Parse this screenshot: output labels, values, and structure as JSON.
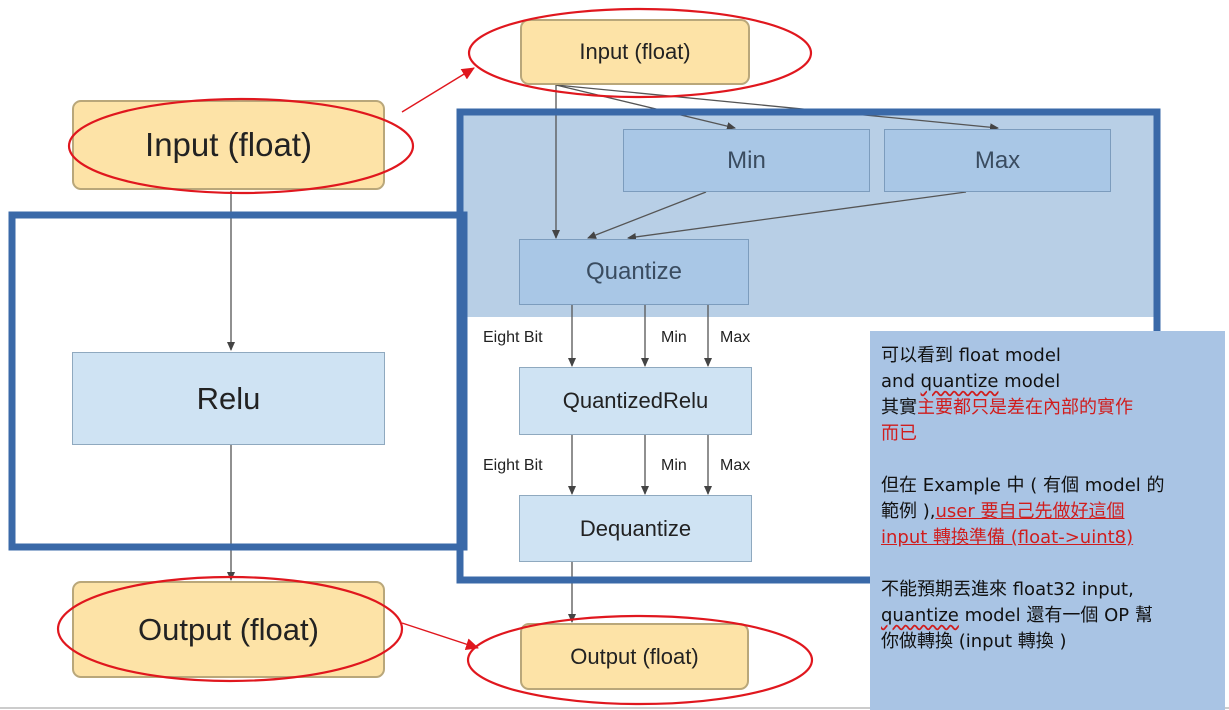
{
  "diagram": {
    "left_input": "Input (float)",
    "left_relu": "Relu",
    "left_output": "Output (float)",
    "right_input": "Input (float)",
    "min": "Min",
    "max": "Max",
    "quantize": "Quantize",
    "quantized_relu": "QuantizedRelu",
    "dequantize": "Dequantize",
    "right_output": "Output (float)",
    "edge_labels": {
      "eight_bit_1": "Eight Bit",
      "min_1": "Min",
      "max_1": "Max",
      "eight_bit_2": "Eight Bit",
      "min_2": "Min",
      "max_2": "Max"
    }
  },
  "note": {
    "line1": "可以看到 float model",
    "line2_a": "and ",
    "line2_b": "quantize",
    "line2_c": " model",
    "line3_a": "其實",
    "line3_b": "主要都只是差在內部的實作",
    "line4": "而已",
    "line5": "但在 Example 中 ( 有個 model 的",
    "line6_a": "範例 ),",
    "line6_b": "user 要自己先做好這個",
    "line7": "input  轉換準備  (float->uint8)",
    "line8": "不能預期丟進來 float32 input,",
    "line9_a": "quantize",
    "line9_b": " model 還有一個 OP 幫",
    "line10": "你做轉換  (input 轉換 )"
  },
  "colors": {
    "orange_fill": "#fde3a7",
    "light_blue_fill": "#cfe3f3",
    "mid_blue_fill": "#a9c7e6",
    "quant_region": "#b8cfe6",
    "frame_blue": "#3a69a8",
    "highlight_red": "#e0171e",
    "note_bg": "#a9c4e4"
  }
}
